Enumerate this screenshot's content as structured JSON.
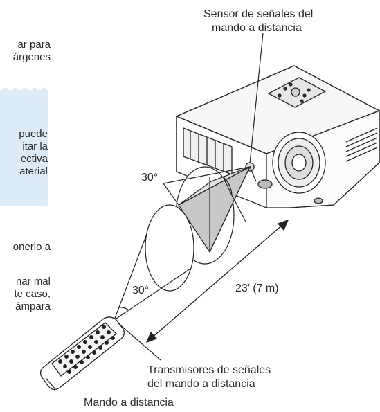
{
  "left_column": {
    "intro_line_1": "ar para",
    "intro_line_2": "árgenes",
    "note_line_1": "puede",
    "note_line_2": "itar la",
    "note_line_3": "ectiva",
    "note_line_4": "aterial",
    "para2_line_1": "onerlo a",
    "para3_line_1": "nar mal",
    "para3_line_2": "te caso,",
    "para3_line_3": "ámpara"
  },
  "diagram": {
    "sensor_label_line_1": "Sensor de señales del",
    "sensor_label_line_2": "mando a distancia",
    "angle_label_projector": "30°",
    "angle_label_remote": "30°",
    "distance_label": "23′ (7 m)",
    "transmitter_label_line_1": "Transmisores de señales",
    "transmitter_label_line_2": "del mando a distancia",
    "remote_label": "Mando a distancia"
  },
  "colors": {
    "note_background": "#dcebf5",
    "text": "#2a2a2a",
    "shade": "#c8c8c8"
  }
}
